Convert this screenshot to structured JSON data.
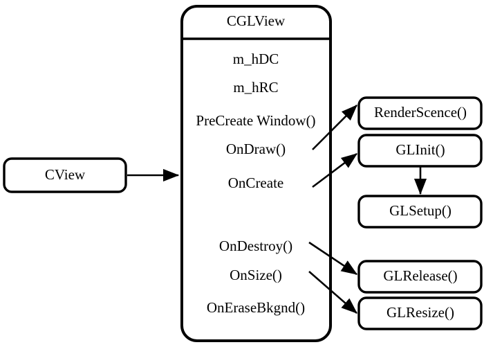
{
  "diagram": {
    "title": "CGLView class relationship diagram",
    "type": "uml-class-diagram",
    "colors": {
      "background": "#ffffff",
      "stroke": "#000000",
      "fill": "#ffffff"
    },
    "base_class": {
      "name": "CView"
    },
    "main_class": {
      "name": "CGLView",
      "members": [
        {
          "id": "m_hDC",
          "label": "m_hDC",
          "kind": "field"
        },
        {
          "id": "m_hRC",
          "label": "m_hRC",
          "kind": "field"
        },
        {
          "id": "precreate_window",
          "label": "PreCreate Window()",
          "kind": "method"
        },
        {
          "id": "ondraw",
          "label": "OnDraw()",
          "kind": "method"
        },
        {
          "id": "oncreate",
          "label": "OnCreate",
          "kind": "method"
        },
        {
          "id": "ondestroy",
          "label": "OnDestroy()",
          "kind": "method"
        },
        {
          "id": "onsize",
          "label": "OnSize()",
          "kind": "method"
        },
        {
          "id": "onerasebkgnd",
          "label": "OnEraseBkgnd()",
          "kind": "method"
        }
      ]
    },
    "helper_boxes": [
      {
        "id": "renderscence",
        "label": "RenderScence()"
      },
      {
        "id": "glinit",
        "label": "GLInit()"
      },
      {
        "id": "glsetup",
        "label": "GLSetup()"
      },
      {
        "id": "glrelease",
        "label": "GLRelease()"
      },
      {
        "id": "glresize",
        "label": "GLResize()"
      }
    ],
    "connections": [
      {
        "id": "cview-to-cglview",
        "from": "CView",
        "to": "CGLView",
        "style": "arrow"
      },
      {
        "id": "ondraw-to-renderscence",
        "from": "OnDraw()",
        "to": "RenderScence()",
        "style": "arrow"
      },
      {
        "id": "oncreate-to-glinit",
        "from": "OnCreate",
        "to": "GLInit()",
        "style": "arrow"
      },
      {
        "id": "glinit-to-glsetup",
        "from": "GLInit()",
        "to": "GLSetup()",
        "style": "arrow"
      },
      {
        "id": "ondestroy-to-glrelease",
        "from": "OnDestroy()",
        "to": "GLRelease()",
        "style": "arrow"
      },
      {
        "id": "onsize-to-glresize",
        "from": "OnSize()",
        "to": "GLResize()",
        "style": "arrow"
      }
    ]
  }
}
